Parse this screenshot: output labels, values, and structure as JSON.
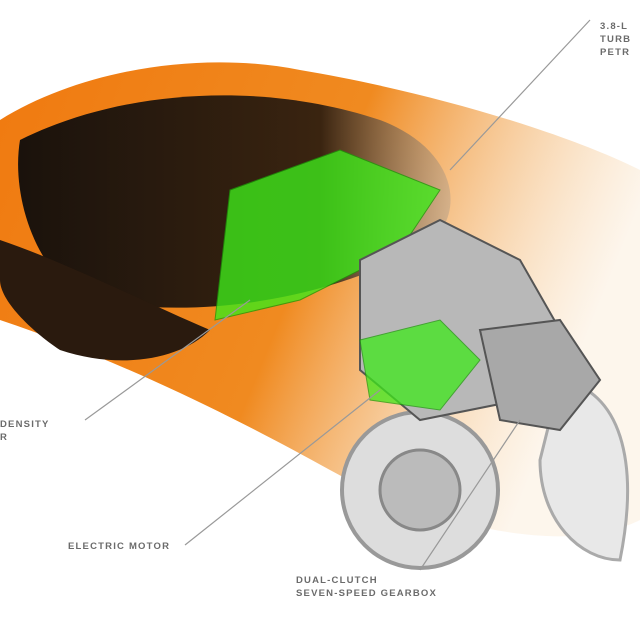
{
  "labels": {
    "engine": [
      "3.8-L",
      "TURB",
      "PETR"
    ],
    "battery": [
      "DENSITY",
      "R"
    ],
    "motor": "ELECTRIC MOTOR",
    "gearbox": [
      "DUAL-CLUTCH",
      "SEVEN-SPEED GEARBOX"
    ]
  },
  "colors": {
    "body_orange": "#f07a10",
    "battery_green": "#3ee81a",
    "dark": "#1a120c"
  }
}
